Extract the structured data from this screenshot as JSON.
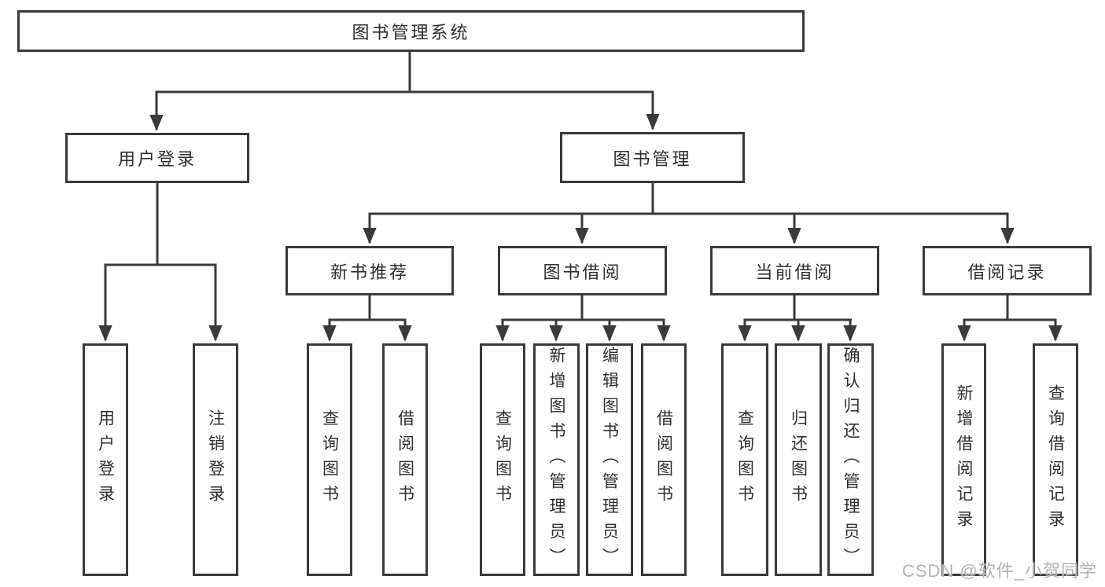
{
  "tree": {
    "root": {
      "label": "图书管理系统"
    },
    "level2": [
      {
        "label": "用户登录"
      },
      {
        "label": "图书管理"
      }
    ],
    "level3": [
      {
        "label": "新书推荐"
      },
      {
        "label": "图书借阅"
      },
      {
        "label": "当前借阅"
      },
      {
        "label": "借阅记录"
      }
    ],
    "leaves": {
      "login": [
        {
          "label": "用户登录"
        },
        {
          "label": "注销登录"
        }
      ],
      "recommend": [
        {
          "label": "查询图书"
        },
        {
          "label": "借阅图书"
        }
      ],
      "borrow": [
        {
          "label": "查询图书"
        },
        {
          "label": "新增图书（管理员）"
        },
        {
          "label": "编辑图书（管理员）"
        },
        {
          "label": "借阅图书"
        }
      ],
      "current": [
        {
          "label": "查询图书"
        },
        {
          "label": "归还图书"
        },
        {
          "label": "确认归还（管理员）"
        }
      ],
      "records": [
        {
          "label": "新增借阅记录"
        },
        {
          "label": "查询借阅记录"
        }
      ]
    }
  },
  "watermark": {
    "text": "CSDN @软件_小贺同学"
  },
  "colors": {
    "line": "#3a3a3a",
    "box_border": "#3a3a3a",
    "text": "#2e2e2e",
    "watermark": "#b3b3b3",
    "background": "#ffffff"
  }
}
